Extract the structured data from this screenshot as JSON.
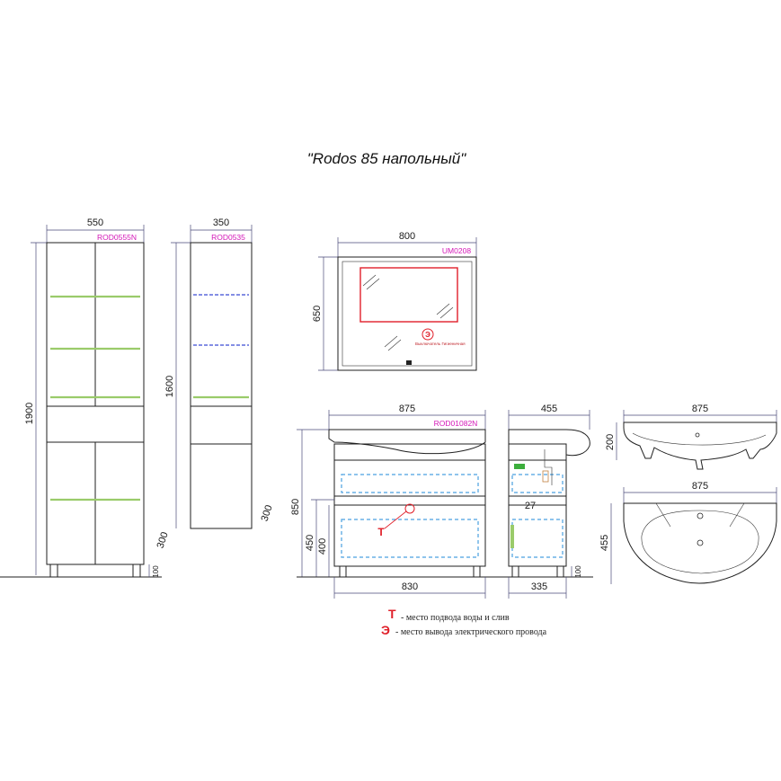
{
  "title": "\"Rodos 85 напольный\"",
  "column_tall": {
    "width": "550",
    "height": "1900",
    "code": "ROD0555N",
    "top_gap": "300",
    "legs": "100"
  },
  "column_mid": {
    "width": "350",
    "height": "1600",
    "code": "ROD0535",
    "bottom_gap": "300"
  },
  "mirror": {
    "width": "800",
    "height": "650",
    "code": "UM0208",
    "switch_label": "Выключатель Гигиеничная"
  },
  "vanity_front": {
    "width": "875",
    "depth_base": "830",
    "height_total": "850",
    "height_top": "450",
    "height_body": "400",
    "code": "ROD01082N"
  },
  "vanity_side": {
    "depth": "455",
    "depth_base": "335",
    "offset": "27",
    "legs": "100"
  },
  "sink_side": {
    "width": "875",
    "height": "200"
  },
  "sink_top": {
    "width": "875",
    "depth": "455"
  },
  "legend": [
    {
      "letter": "Т",
      "text": "- место подвода воды и слив"
    },
    {
      "letter": "Э",
      "text": "- место вывода электрического провода"
    }
  ],
  "colors": {
    "shelf_led": "#9acb6a",
    "outlet": "#e0202a",
    "code_text": "#d417b8",
    "hidden": "#4aa0e0"
  }
}
